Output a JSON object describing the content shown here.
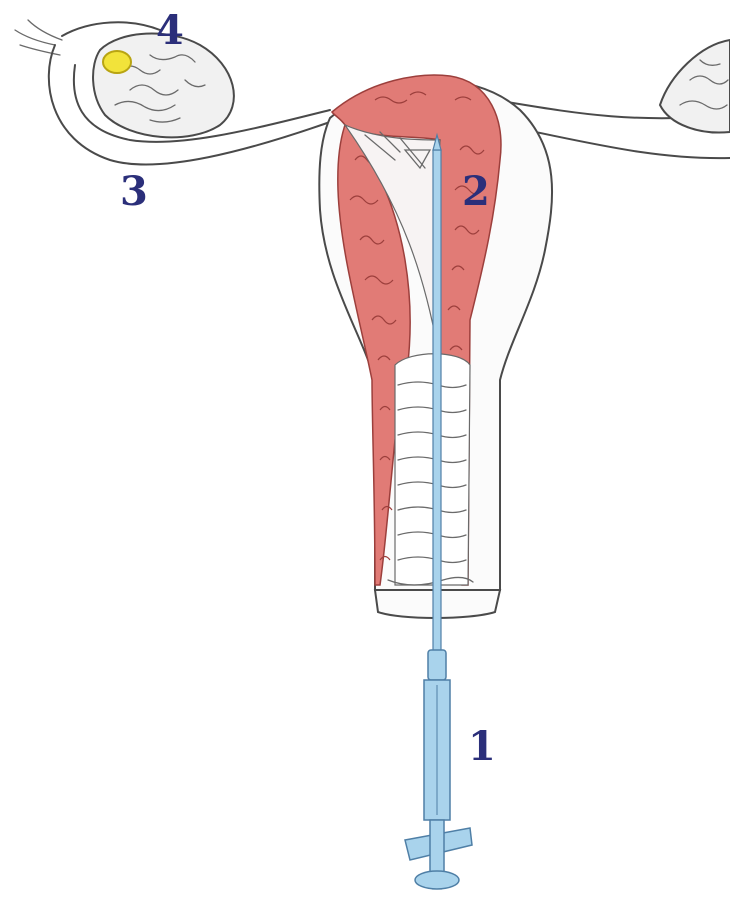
{
  "labels": {
    "catheter": "1",
    "uterine_cavity": "2",
    "fallopian_tube": "3",
    "ovary": "4"
  },
  "colors": {
    "muscle": "#e17b76",
    "muscle_texture": "#9c3f3c",
    "catheter": "#a9d3ec",
    "catheter_edge": "#4f7fa6",
    "ovum": "#f2e33a",
    "label": "#2b2f7a"
  }
}
